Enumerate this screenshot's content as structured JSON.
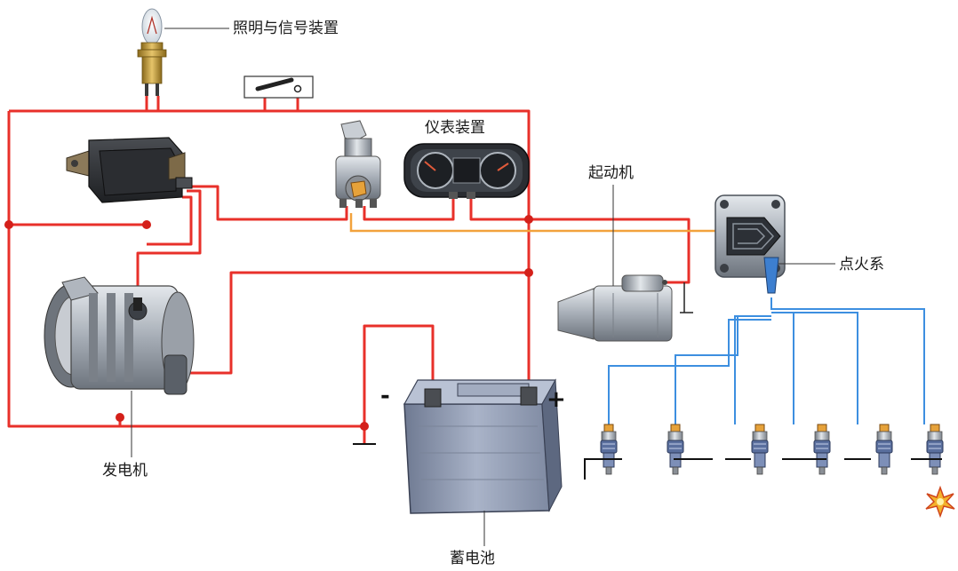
{
  "labels": {
    "lighting": "照明与信号装置",
    "instruments": "仪表装置",
    "starter": "起动机",
    "ignition": "点火系",
    "generator": "发电机",
    "battery": "蓄电池",
    "battery_negative": "-",
    "battery_positive": "+"
  },
  "colors": {
    "power_wire": "#e8302a",
    "ignition_wire": "#3d8fe0",
    "signal_wire": "#f2a23c",
    "component_gray": "#9aa3ad",
    "battery_body": "#8e9ab0",
    "dot": "#d4201a"
  },
  "icons": {
    "bulb": "light-bulb-icon",
    "switch": "switch-icon",
    "regulator": "voltage-regulator-icon",
    "ignition_switch": "ignition-switch-icon",
    "dashboard": "instrument-cluster-icon",
    "coil": "ignition-module-icon",
    "starter": "starter-motor-icon",
    "alternator": "alternator-icon",
    "battery": "battery-icon",
    "spark_plug": "spark-plug-icon",
    "spark": "spark-icon"
  },
  "spark_plug_count": 6
}
